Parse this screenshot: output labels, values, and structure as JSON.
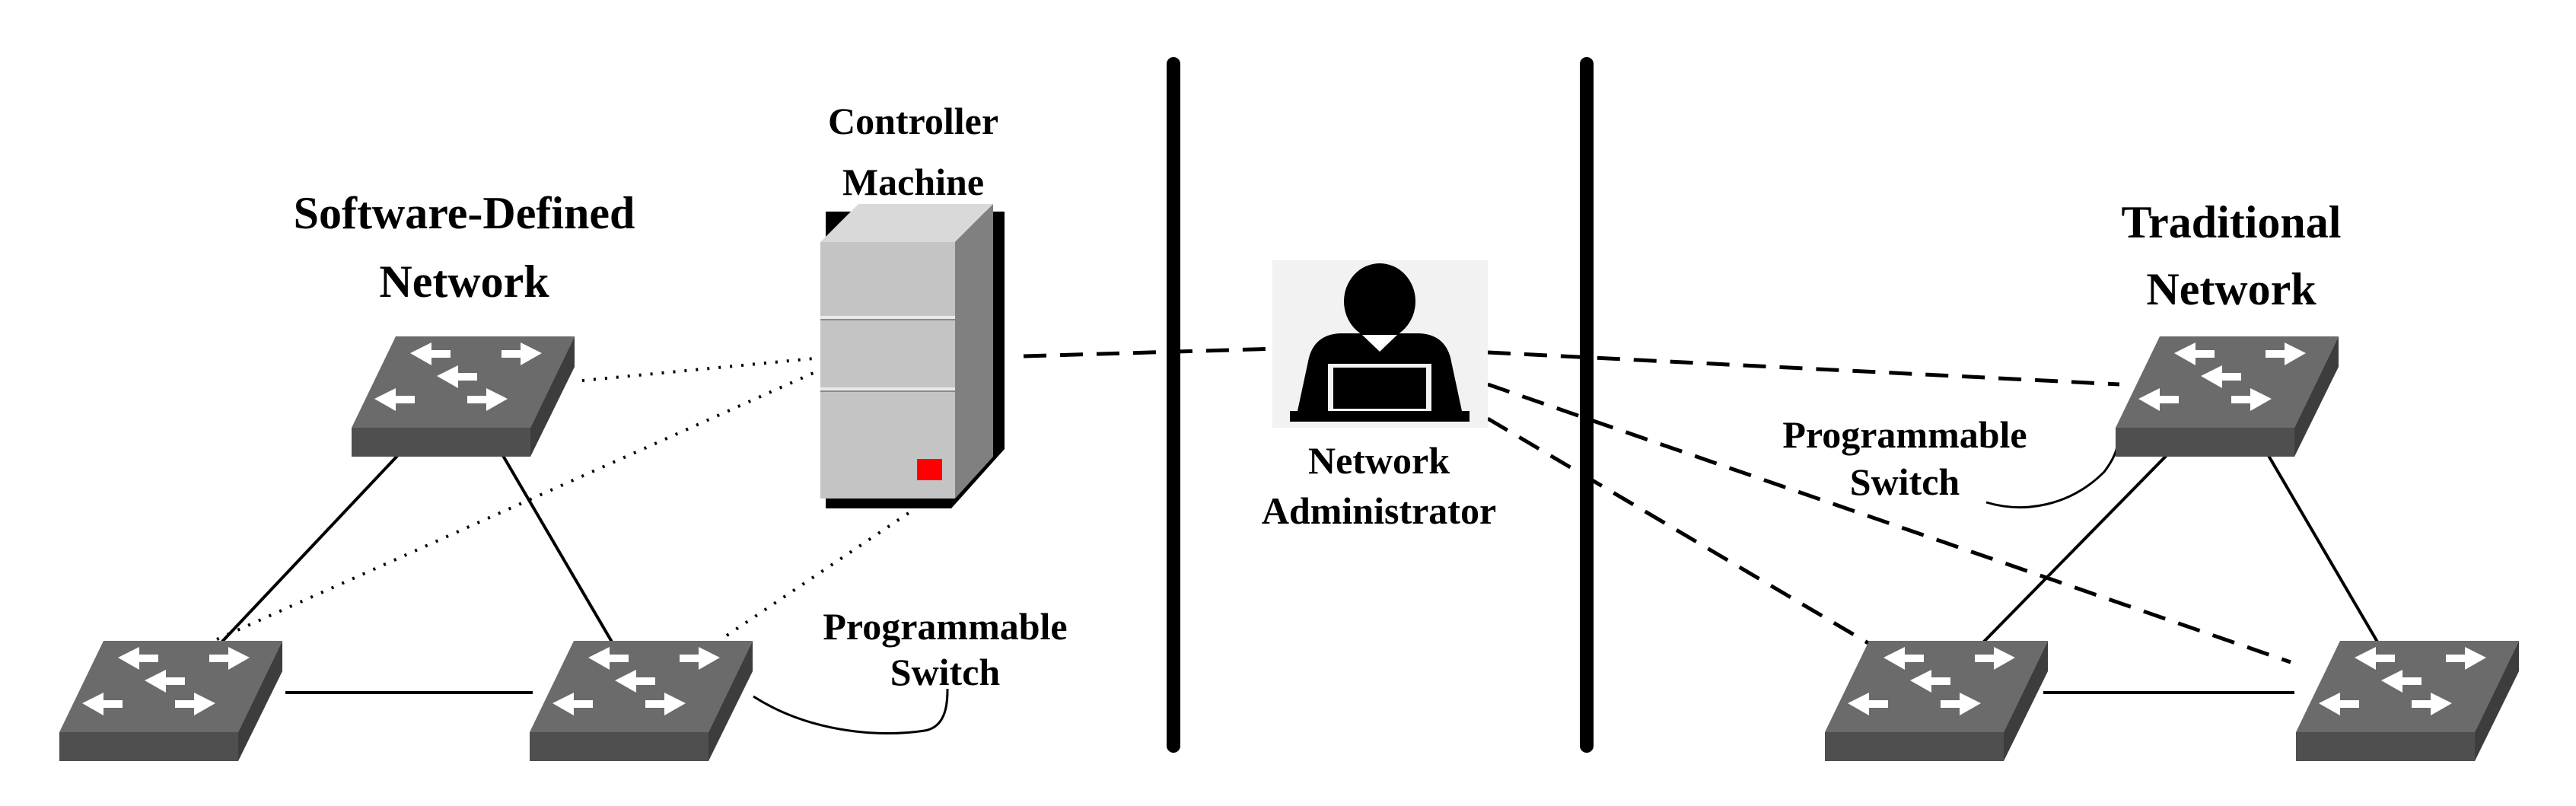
{
  "sdn": {
    "title_line1": "Software-Defined",
    "title_line2": "Network",
    "controller_line1": "Controller",
    "controller_line2": "Machine",
    "switch_label_line1": "Programmable",
    "switch_label_line2": "Switch"
  },
  "admin": {
    "label_line1": "Network",
    "label_line2": "Administrator"
  },
  "traditional": {
    "title_line1": "Traditional",
    "title_line2": "Network",
    "switch_label_line1": "Programmable",
    "switch_label_line2": "Switch"
  },
  "colors": {
    "switch_top": "#6b6b6b",
    "switch_front": "#4f4f4f",
    "switch_side": "#3d3d3d",
    "server_front": "#c4c4c4",
    "server_side": "#7f7f7f",
    "server_indicator": "#ff0000",
    "divider": "#000000"
  },
  "icons": {
    "switch": "network-switch-icon",
    "server": "server-tower-icon",
    "admin": "administrator-icon"
  }
}
